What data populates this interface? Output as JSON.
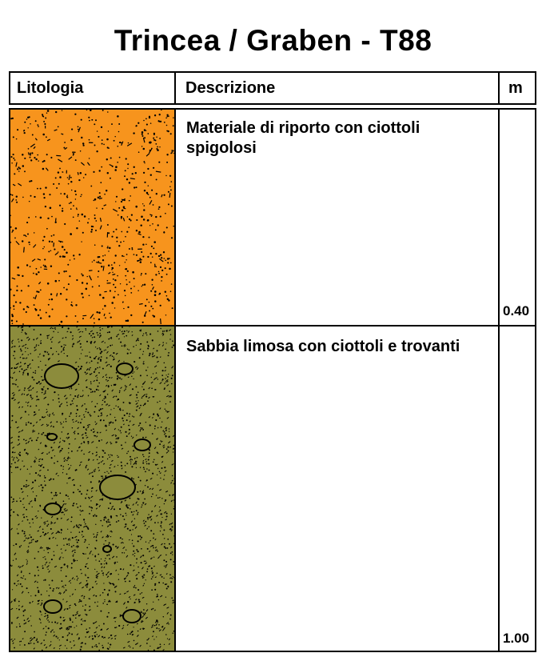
{
  "title": "Trincea / Graben - T88",
  "columns": {
    "lithology": "Litologia",
    "description": "Descrizione",
    "depth": "m"
  },
  "layers": [
    {
      "description": "Materiale di riporto con ciottoli spigolosi",
      "depth": "0.40",
      "fill_color": "#F7941D",
      "pattern": "angular-gravel-fill"
    },
    {
      "description": "Sabbia limosa con ciottoli e trovanti",
      "depth": "1.00",
      "fill_color": "#8C8C3C",
      "pattern": "silty-sand-with-boulders"
    }
  ]
}
